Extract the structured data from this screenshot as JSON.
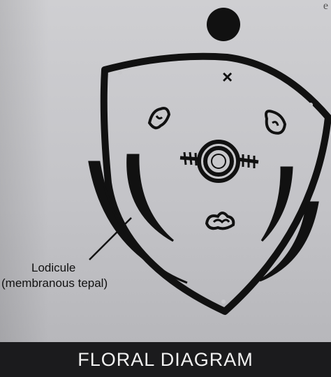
{
  "corner": {
    "text": "e"
  },
  "diagram": {
    "label_line1": "Lodicule",
    "label_line2": "(membranous tepal)",
    "stamen_mark": "×"
  },
  "caption": {
    "text": "FLORAL DIAGRAM"
  },
  "colors": {
    "ink": "#111111",
    "caption_bg": "#1b1b1d",
    "paper": "#c8c8cb"
  }
}
